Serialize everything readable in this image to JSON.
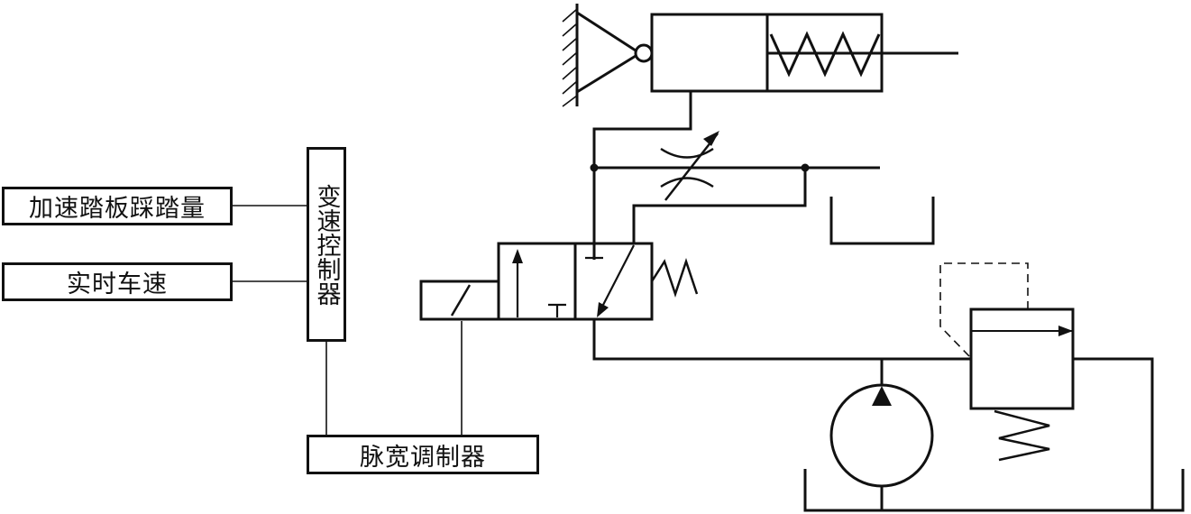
{
  "labels": {
    "pedal_input": "加速踏板踩踏量",
    "vehicle_speed": "实时车速",
    "transmission_controller": "变速控制器",
    "pwm_modulator": "脉宽调制器"
  }
}
